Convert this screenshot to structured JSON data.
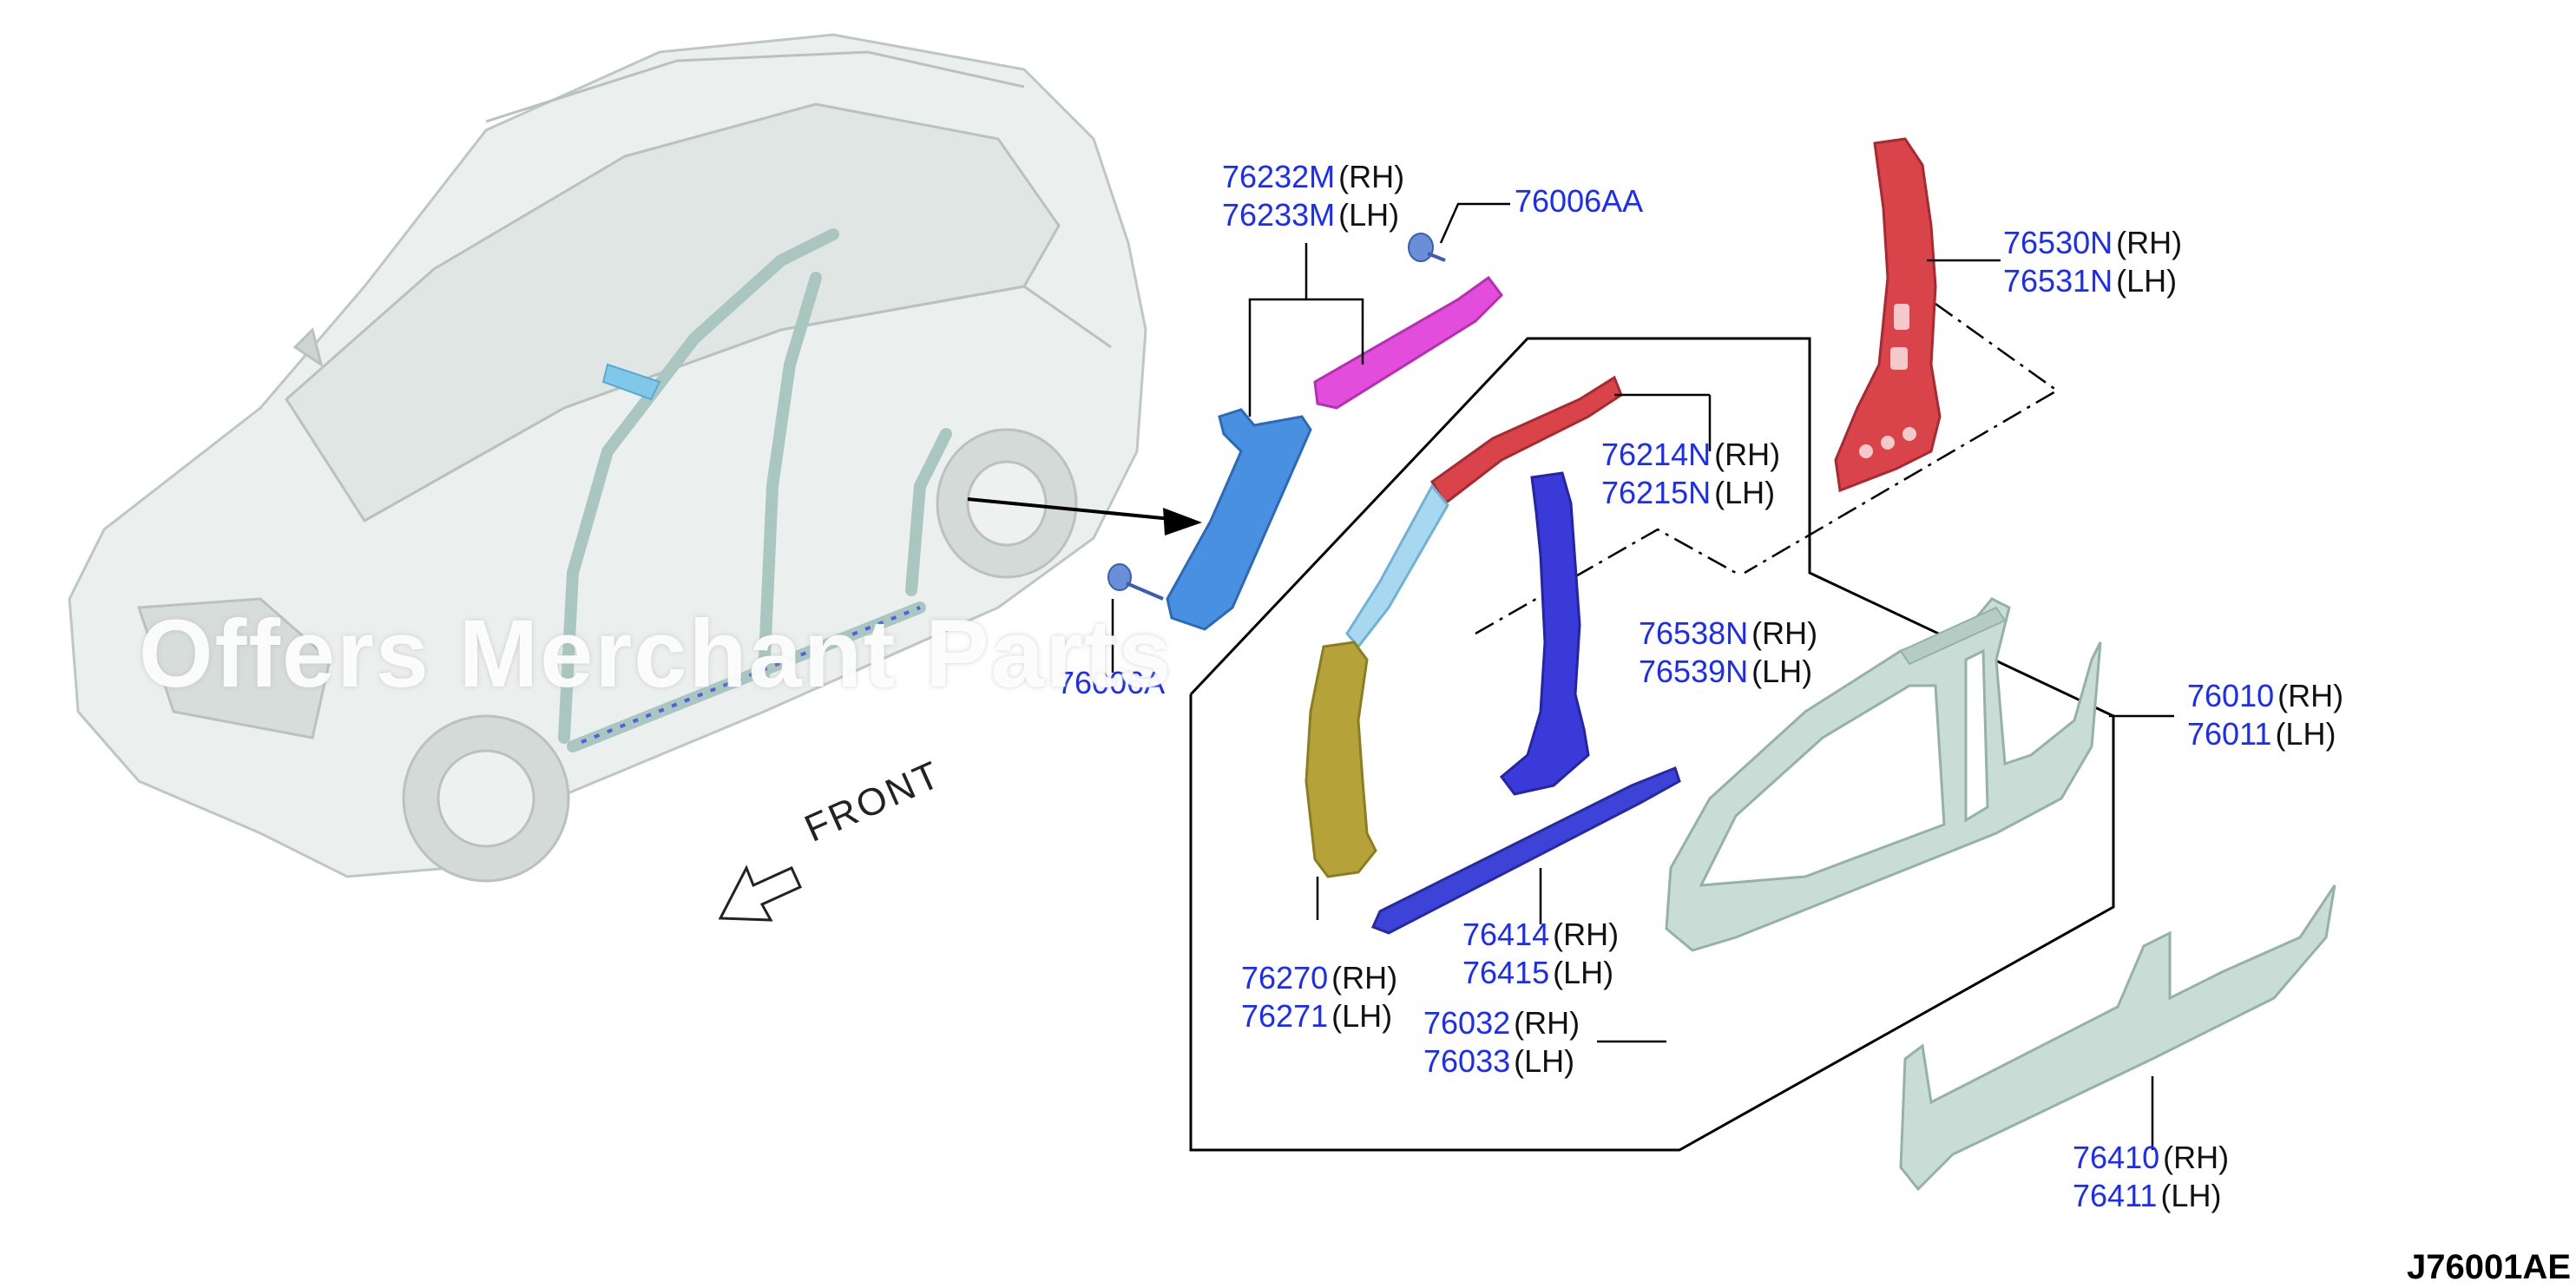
{
  "parts": [
    {
      "id": "76232M-76233M",
      "lines": [
        {
          "pn": "76232M",
          "side": "(RH)"
        },
        {
          "pn": "76233M",
          "side": "(LH)"
        }
      ]
    },
    {
      "id": "76006AA",
      "lines": [
        {
          "pn": "76006AA",
          "side": ""
        }
      ]
    },
    {
      "id": "76530N-76531N",
      "lines": [
        {
          "pn": "76530N",
          "side": "(RH)"
        },
        {
          "pn": "76531N",
          "side": "(LH)"
        }
      ]
    },
    {
      "id": "76214N-76215N",
      "lines": [
        {
          "pn": "76214N",
          "side": "(RH)"
        },
        {
          "pn": "76215N",
          "side": "(LH)"
        }
      ]
    },
    {
      "id": "76538N-76539N",
      "lines": [
        {
          "pn": "76538N",
          "side": "(RH)"
        },
        {
          "pn": "76539N",
          "side": "(LH)"
        }
      ]
    },
    {
      "id": "76006A",
      "lines": [
        {
          "pn": "76006A",
          "side": ""
        }
      ]
    },
    {
      "id": "76010-76011",
      "lines": [
        {
          "pn": "76010",
          "side": "(RH)"
        },
        {
          "pn": "76011",
          "side": "(LH)"
        }
      ]
    },
    {
      "id": "76270-76271",
      "lines": [
        {
          "pn": "76270",
          "side": "(RH)"
        },
        {
          "pn": "76271",
          "side": "(LH)"
        }
      ]
    },
    {
      "id": "76414-76415",
      "lines": [
        {
          "pn": "76414",
          "side": "(RH)"
        },
        {
          "pn": "76415",
          "side": "(LH)"
        }
      ]
    },
    {
      "id": "76032-76033",
      "lines": [
        {
          "pn": "76032",
          "side": "(RH)"
        },
        {
          "pn": "76033",
          "side": "(LH)"
        }
      ]
    },
    {
      "id": "76410-76411",
      "lines": [
        {
          "pn": "76410",
          "side": "(RH)"
        },
        {
          "pn": "76411",
          "side": "(LH)"
        }
      ]
    }
  ],
  "front_label": "FRONT",
  "diagram_code": "J76001AE",
  "watermark": "Offers Merchant Parts",
  "colors": {
    "part_number": "#1a2bff",
    "side_text": "#111111",
    "pillar_rear": "#d9434a",
    "roof_rail_pink": "#e24ddc",
    "a_pillar_blue": "#4a90e0",
    "center_pillar_navy": "#3a3ad8",
    "sill_navy": "#3d43d6",
    "lower_pillar_olive": "#b5a33a",
    "body_side_mint": "#c9ddd6",
    "car_body": "#e6ebea"
  }
}
